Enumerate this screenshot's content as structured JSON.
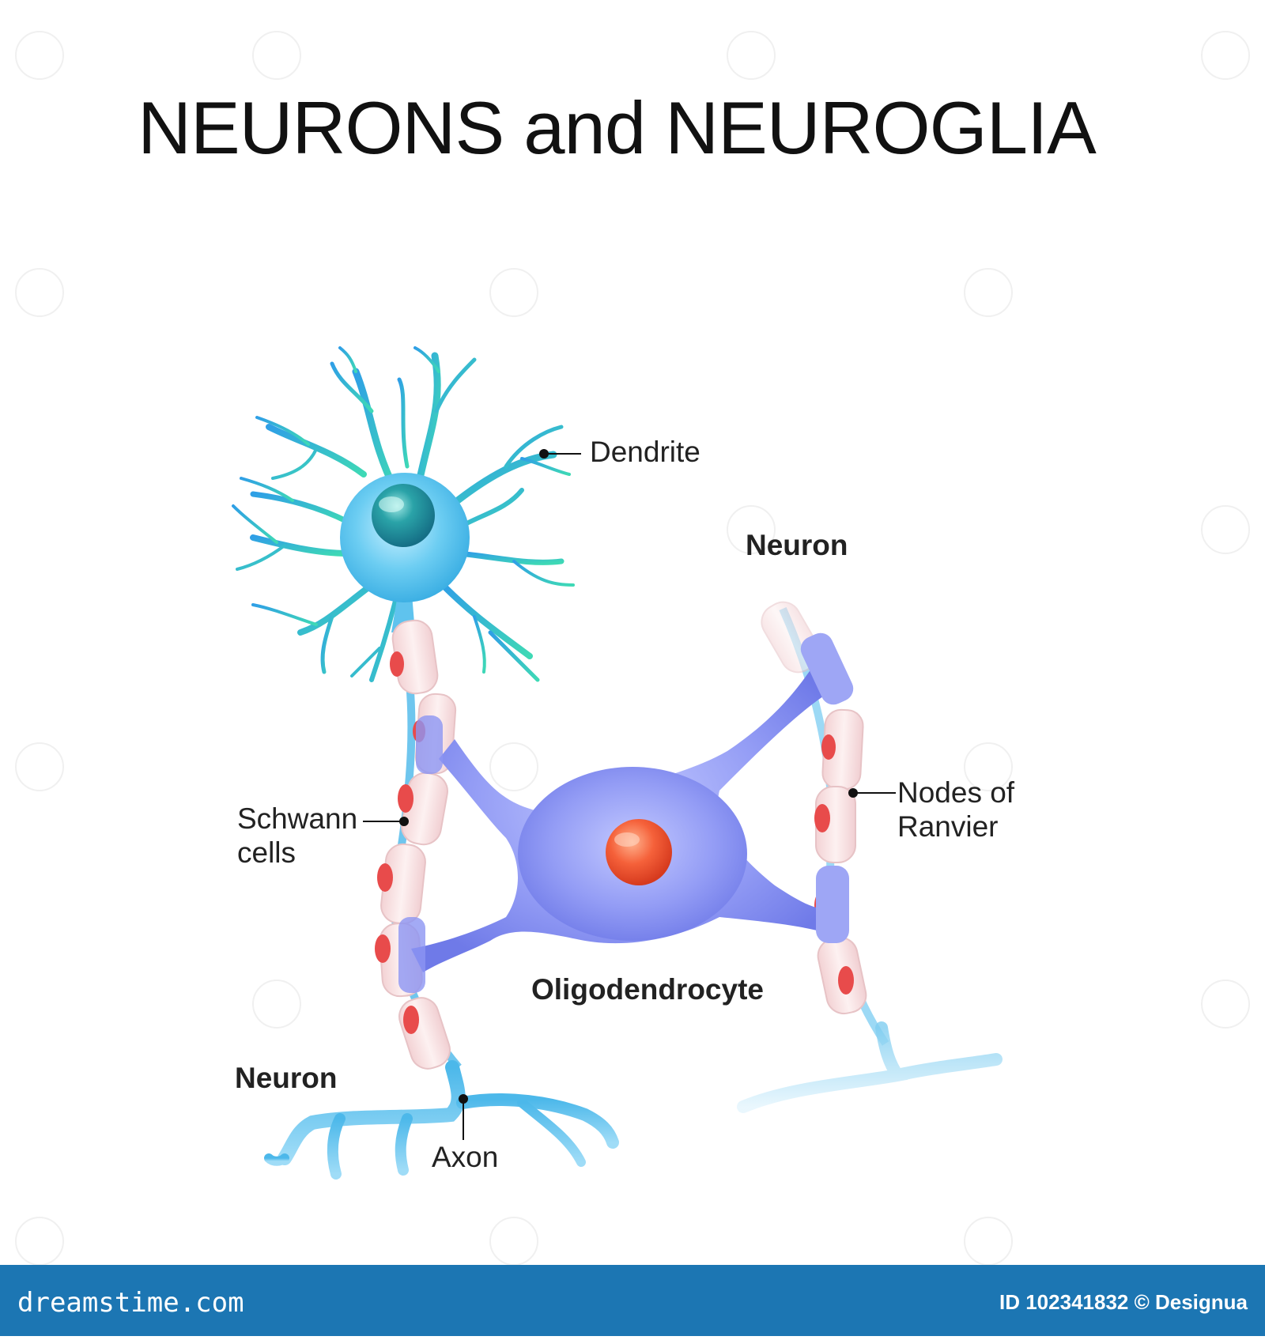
{
  "title": "NEURONS and NEUROGLIA",
  "labels": {
    "dendrite": "Dendrite",
    "neuron_top": "Neuron",
    "schwann_cells": "Schwann\ncells",
    "nodes_of_ranvier": "Nodes of\nRanvier",
    "oligodendrocyte": "Oligodendrocyte",
    "neuron_bottom": "Neuron",
    "axon": "Axon"
  },
  "footer": {
    "logo": "dreamstime.com",
    "id_credit": "ID 102341832 © Designua"
  },
  "colors": {
    "neuron_body": "#46b5e8",
    "dendrite_gradient_start": "#2aa4e0",
    "dendrite_gradient_end": "#43d6b8",
    "nucleus": "#1f8f9a",
    "oligodendrocyte": "#8c95f2",
    "oligodendrocyte_nucleus": "#f0603a",
    "myelin_segment": "#f7dfe0",
    "node_red": "#e84b4b",
    "footer_bar": "#1c76b3"
  }
}
